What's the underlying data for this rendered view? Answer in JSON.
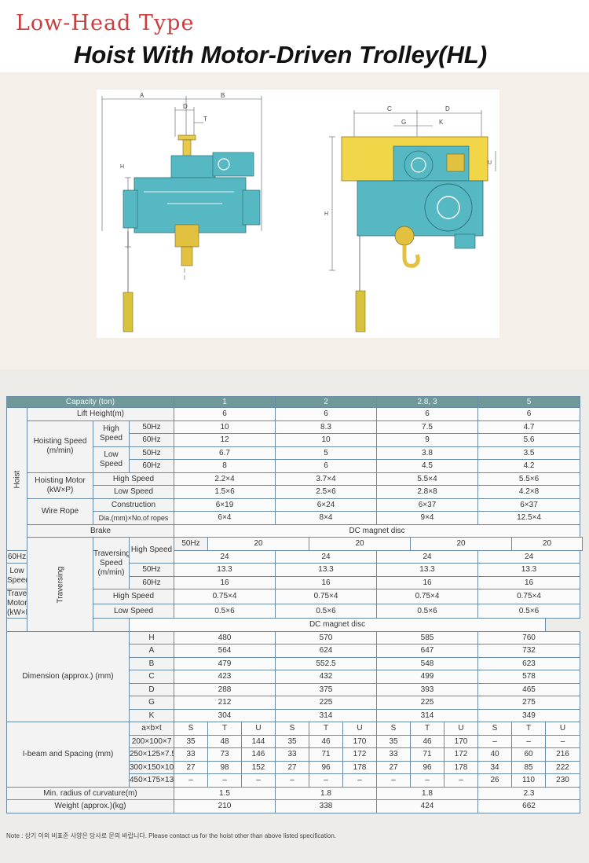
{
  "header": {
    "subtitle": "Low-Head Type",
    "title": "Hoist With Motor-Driven Trolley(HL)"
  },
  "drawing": {
    "front_labels": {
      "a": "A",
      "b": "B",
      "d": "D",
      "t": "T",
      "h": "H"
    },
    "side_labels": {
      "c": "C",
      "d": "D",
      "g": "G",
      "k": "K",
      "u": "U",
      "h": "H"
    },
    "colors": {
      "hoist": "#55b8c2",
      "beam": "#f2d64a",
      "hook": "#e2c040",
      "pendant": "#d8c23c"
    }
  },
  "table": {
    "header": [
      "Capacity (ton)",
      "1",
      "2",
      "2.8, 3",
      "5"
    ],
    "lift_height": {
      "label": "Lift Height(m)",
      "values": [
        "6",
        "6",
        "6",
        "6"
      ]
    },
    "hoist": {
      "group": "Hoist",
      "hoisting_speed": {
        "label": "Hoisting Speed (m/min)",
        "high": "High Speed",
        "low": "Low Speed",
        "rows": [
          {
            "hz": "50Hz",
            "values": [
              "10",
              "8.3",
              "7.5",
              "4.7"
            ]
          },
          {
            "hz": "60Hz",
            "values": [
              "12",
              "10",
              "9",
              "5.6"
            ]
          },
          {
            "hz": "50Hz",
            "values": [
              "6.7",
              "5",
              "3.8",
              "3.5"
            ]
          },
          {
            "hz": "60Hz",
            "values": [
              "8",
              "6",
              "4.5",
              "4.2"
            ]
          }
        ]
      },
      "hoisting_motor": {
        "label": "Hoisting Motor (kW×P)",
        "rows": [
          {
            "label": "High Speed",
            "values": [
              "2.2×4",
              "3.7×4",
              "5.5×4",
              "5.5×6"
            ]
          },
          {
            "label": "Low Speed",
            "values": [
              "1.5×6",
              "2.5×6",
              "2.8×8",
              "4.2×8"
            ]
          }
        ]
      },
      "wire_rope": {
        "label": "Wire Rope",
        "rows": [
          {
            "label": "Construction",
            "values": [
              "6×19",
              "6×24",
              "6×37",
              "6×37"
            ]
          },
          {
            "label": "Dia.(mm)×No.of ropes",
            "values": [
              "6×4",
              "8×4",
              "9×4",
              "12.5×4"
            ]
          }
        ]
      },
      "brake": {
        "label": "Brake",
        "value": "DC magnet disc"
      }
    },
    "traversing": {
      "group": "Traversing",
      "speed": {
        "label": "Traversing Speed (m/min)",
        "high": "High Speed",
        "low": "Low Speed",
        "rows": [
          {
            "hz": "50Hz",
            "values": [
              "20",
              "20",
              "20",
              "20"
            ]
          },
          {
            "hz": "60Hz",
            "values": [
              "24",
              "24",
              "24",
              "24"
            ]
          },
          {
            "hz": "50Hz",
            "values": [
              "13.3",
              "13.3",
              "13.3",
              "13.3"
            ]
          },
          {
            "hz": "60Hz",
            "values": [
              "16",
              "16",
              "16",
              "16"
            ]
          }
        ]
      },
      "motor": {
        "label": "Traversing Motor (kW×P)",
        "rows": [
          {
            "label": "High Speed",
            "values": [
              "0.75×4",
              "0.75×4",
              "0.75×4",
              "0.75×4"
            ]
          },
          {
            "label": "Low Speed",
            "values": [
              "0.5×6",
              "0.5×6",
              "0.5×6",
              "0.5×6"
            ]
          }
        ]
      },
      "brake": {
        "label": "Brake",
        "value": "DC magnet disc"
      }
    },
    "dimension": {
      "label": "Dimension (approx.) (mm)",
      "rows": [
        {
          "key": "H",
          "values": [
            "480",
            "570",
            "585",
            "760"
          ]
        },
        {
          "key": "A",
          "values": [
            "564",
            "624",
            "647",
            "732"
          ]
        },
        {
          "key": "B",
          "values": [
            "479",
            "552.5",
            "548",
            "623"
          ]
        },
        {
          "key": "C",
          "values": [
            "423",
            "432",
            "499",
            "578"
          ]
        },
        {
          "key": "D",
          "values": [
            "288",
            "375",
            "393",
            "465"
          ]
        },
        {
          "key": "G",
          "values": [
            "212",
            "225",
            "225",
            "275"
          ]
        },
        {
          "key": "K",
          "values": [
            "304",
            "314",
            "314",
            "349"
          ]
        }
      ]
    },
    "ibeam": {
      "label": "I-beam and Spacing (mm)",
      "axbxt": "a×b×t",
      "stu": [
        "S",
        "T",
        "U"
      ],
      "rows": [
        {
          "size": "200×100×7",
          "values": [
            "35",
            "48",
            "144",
            "35",
            "46",
            "170",
            "35",
            "46",
            "170",
            "–",
            "–",
            "–"
          ]
        },
        {
          "size": "250×125×7.5",
          "values": [
            "33",
            "73",
            "146",
            "33",
            "71",
            "172",
            "33",
            "71",
            "172",
            "40",
            "60",
            "216"
          ]
        },
        {
          "size": "300×150×10",
          "values": [
            "27",
            "98",
            "152",
            "27",
            "96",
            "178",
            "27",
            "96",
            "178",
            "34",
            "85",
            "222"
          ]
        },
        {
          "size": "450×175×13",
          "values": [
            "–",
            "–",
            "–",
            "–",
            "–",
            "–",
            "–",
            "–",
            "–",
            "26",
            "110",
            "230"
          ]
        }
      ]
    },
    "min_radius": {
      "label": "Min. radius of curvature(m)",
      "values": [
        "1.5",
        "1.8",
        "1.8",
        "2.3"
      ]
    },
    "weight": {
      "label": "Weight (approx.)(kg)",
      "values": [
        "210",
        "338",
        "424",
        "662"
      ]
    }
  },
  "note": "Note : 상기 이외 비표준 사양은 당사로 문의 바랍니다.  Please contact us for the hoist other than above listed specification."
}
